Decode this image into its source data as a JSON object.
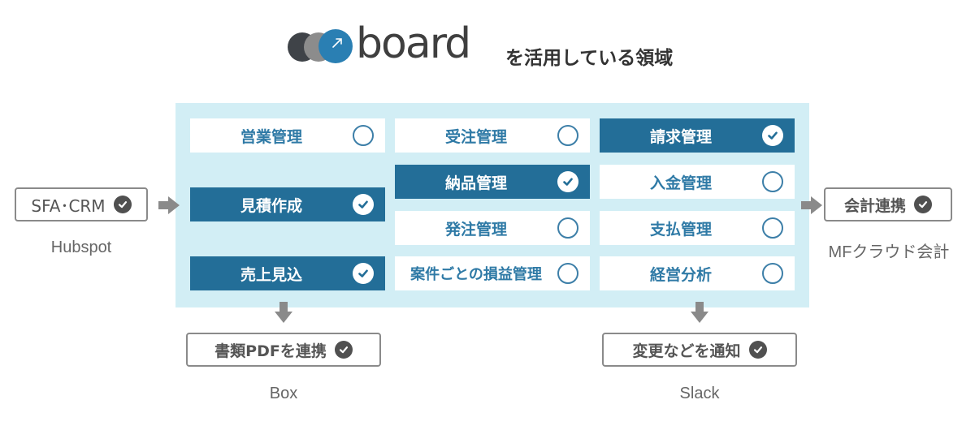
{
  "header": {
    "brand": "board",
    "suffix": "を活用している領域",
    "colors": {
      "dark": "#3f4348",
      "gray": "#8c8c8c",
      "blue": "#2a7fb3"
    }
  },
  "colors": {
    "active_bg": "#236e98",
    "panel_bg": "#d2eef5",
    "tag_border": "#8a8a8a"
  },
  "modules": [
    {
      "label": "営業管理",
      "active": false
    },
    {
      "label": "受注管理",
      "active": false
    },
    {
      "label": "請求管理",
      "active": true
    },
    {
      "label": "見積作成",
      "active": true
    },
    {
      "label": "納品管理",
      "active": true
    },
    {
      "label": "入金管理",
      "active": false
    },
    {
      "label": "発注管理",
      "active": false
    },
    {
      "label": "支払管理",
      "active": false
    },
    {
      "label": "売上見込",
      "active": true
    },
    {
      "label": "案件ごとの損益管理",
      "active": false
    },
    {
      "label": "経営分析",
      "active": false
    }
  ],
  "integrations": {
    "left": {
      "label": "SFA･CRM",
      "service": "Hubspot",
      "icon": "check-icon"
    },
    "right": {
      "label": "会計連携",
      "service": "MFクラウド会計",
      "icon": "check-icon"
    },
    "bottom_left": {
      "label": "書類PDFを連携",
      "service": "Box",
      "icon": "check-icon"
    },
    "bottom_right": {
      "label": "変更などを通知",
      "service": "Slack",
      "icon": "check-icon"
    }
  }
}
